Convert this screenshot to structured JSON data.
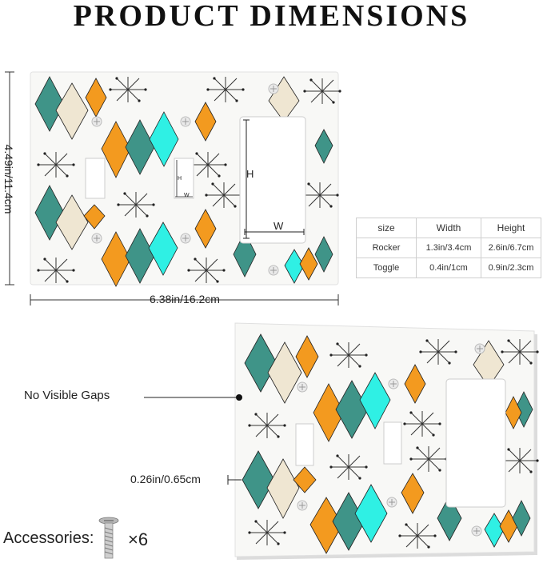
{
  "title": "PRODUCT DIMENSIONS",
  "dimensions": {
    "height": "4.49in/11.4cm",
    "width": "6.38in/16.2cm"
  },
  "opening_marks": {
    "h": "H",
    "w": "W"
  },
  "size_table": {
    "headers": [
      "size",
      "Width",
      "Height"
    ],
    "rows": [
      [
        "Rocker",
        "1.3in/3.4cm",
        "2.6in/6.7cm"
      ],
      [
        "Toggle",
        "0.4in/1cm",
        "0.9in/2.3cm"
      ]
    ]
  },
  "callouts": {
    "gaps": "No Visible Gaps",
    "thickness": "0.26in/0.65cm"
  },
  "accessories": {
    "label": "Accessories:",
    "count": "×6"
  },
  "colors": {
    "teal": "#3f9488",
    "orange": "#f39a1f",
    "cream": "#efe6d2",
    "aqua": "#2ff0e4",
    "plate": "#f7f7f5"
  }
}
